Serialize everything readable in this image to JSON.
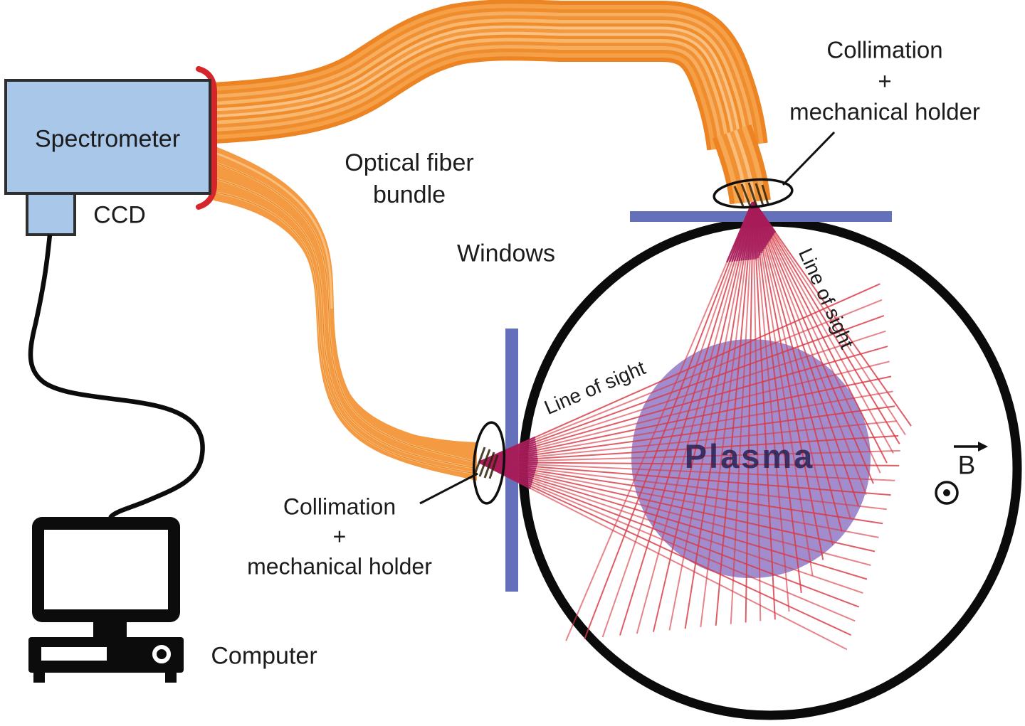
{
  "page": {
    "title": "Plasma optical emission spectroscopy setup diagram"
  },
  "labels": {
    "spectrometer": "Spectrometer",
    "ccd": "CCD",
    "optical_fiber_bundle": {
      "line1": "Optical fiber",
      "line2": "bundle"
    },
    "windows": "Windows",
    "collimation_top": {
      "line1": "Collimation",
      "line2": "+",
      "line3": "mechanical holder"
    },
    "collimation_left": {
      "line1": "Collimation",
      "line2": "+",
      "line3": "mechanical holder"
    },
    "line_of_sight_left": "Line of sight",
    "line_of_sight_right": "Line of sight",
    "plasma": "Plasma",
    "computer": "Computer",
    "magnetic_field": "B"
  },
  "icons": {
    "computer": "computer-icon",
    "magnetic_field_out_of_plane": "circled-dot-icon",
    "magnetic_field_vector": "arrow-right-icon"
  },
  "colors": {
    "spectrometer_fill": "#a9c7e8",
    "box_border": "#2e2e2e",
    "bracket_red": "#d6252b",
    "fiber_orange": "#f49a42",
    "window_bar_blue": "#6470ba",
    "vessel_black": "#0b0b0b",
    "plasma_purple": "#9c86ca",
    "sight_line_red": "#d93a45",
    "convergence_magenta": "#a3195b",
    "text_black": "#1c1c1c"
  }
}
